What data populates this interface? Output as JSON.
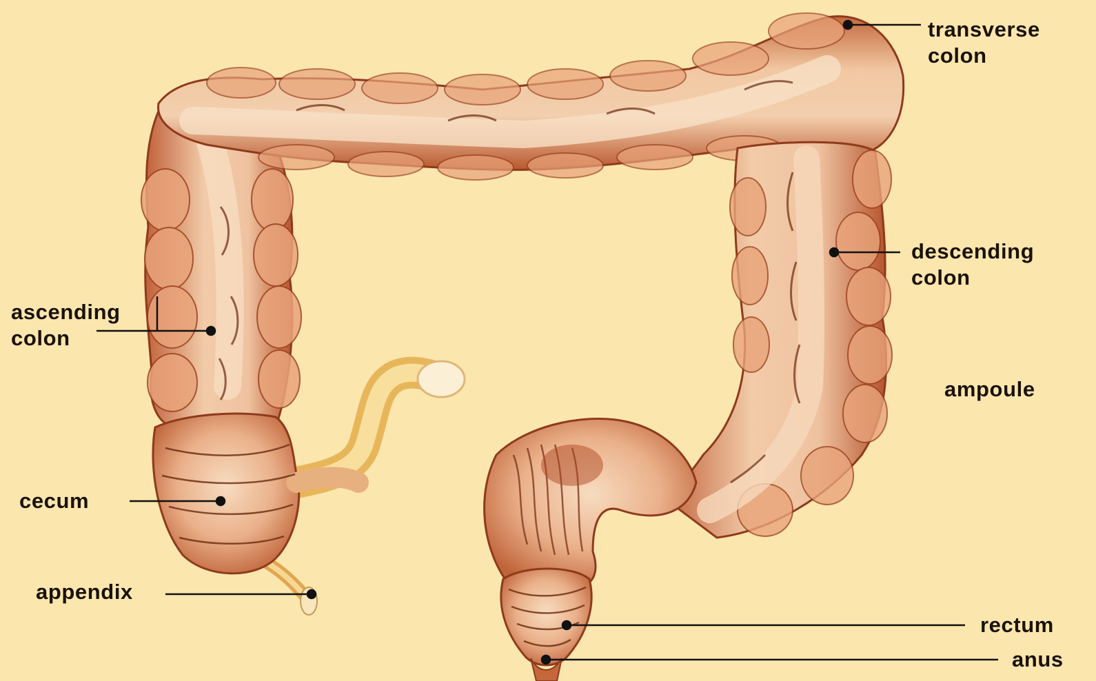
{
  "diagram": {
    "labels": {
      "transverse_colon": [
        "transverse",
        "colon"
      ],
      "descending_colon": [
        "descending",
        "colon"
      ],
      "ascending_colon": [
        "ascending",
        "colon"
      ],
      "ampoule": "ampoule",
      "cecum": "cecum",
      "appendix": "appendix",
      "rectum": "rectum",
      "anus": "anus"
    },
    "colors": {
      "background": "#fbe6ae",
      "tissue_light": "#f3cda4",
      "tissue_mid": "#e29a6a",
      "tissue_dark": "#b4552c",
      "appendix_yellow": "#f2d27a",
      "leader_line": "#111111"
    }
  }
}
